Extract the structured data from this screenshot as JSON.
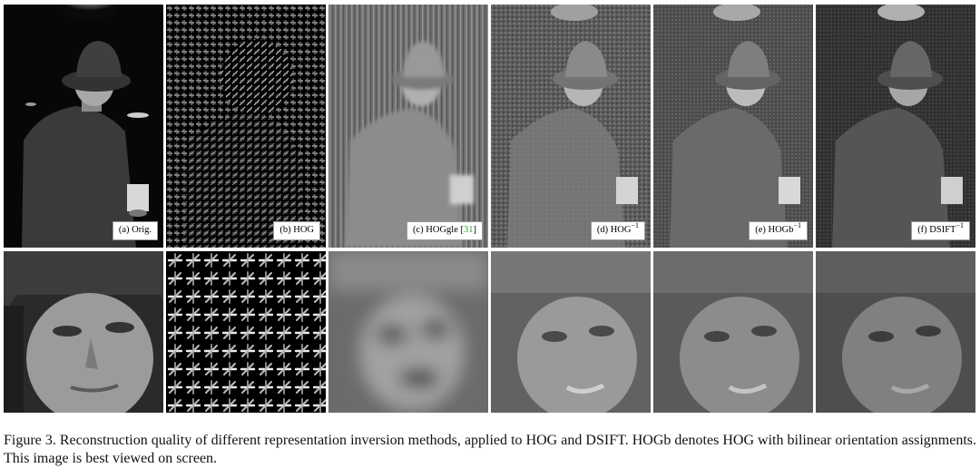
{
  "figure": {
    "top_row": [
      {
        "id": "orig",
        "label": "(a) Orig."
      },
      {
        "id": "hog",
        "label": "(b) HOG"
      },
      {
        "id": "hoggle",
        "label_prefix": "(c) HOGgle [",
        "ref": "31",
        "label_suffix": "]"
      },
      {
        "id": "hog_inv",
        "label_base": "(d) HOG",
        "sup": "−1"
      },
      {
        "id": "hogb_inv",
        "label_base": "(e) HOGb",
        "sup": "−1"
      },
      {
        "id": "dsift_inv",
        "label_base": "(f) DSIFT",
        "sup": "−1"
      }
    ],
    "caption": "Figure 3. Reconstruction quality of different representation inversion methods, applied to HOG and DSIFT. HOGb denotes HOG with bilinear orientation assignments. This image is best viewed on screen.",
    "colors": {
      "reference_link": "#2aa42a",
      "background": "#ffffff"
    }
  }
}
